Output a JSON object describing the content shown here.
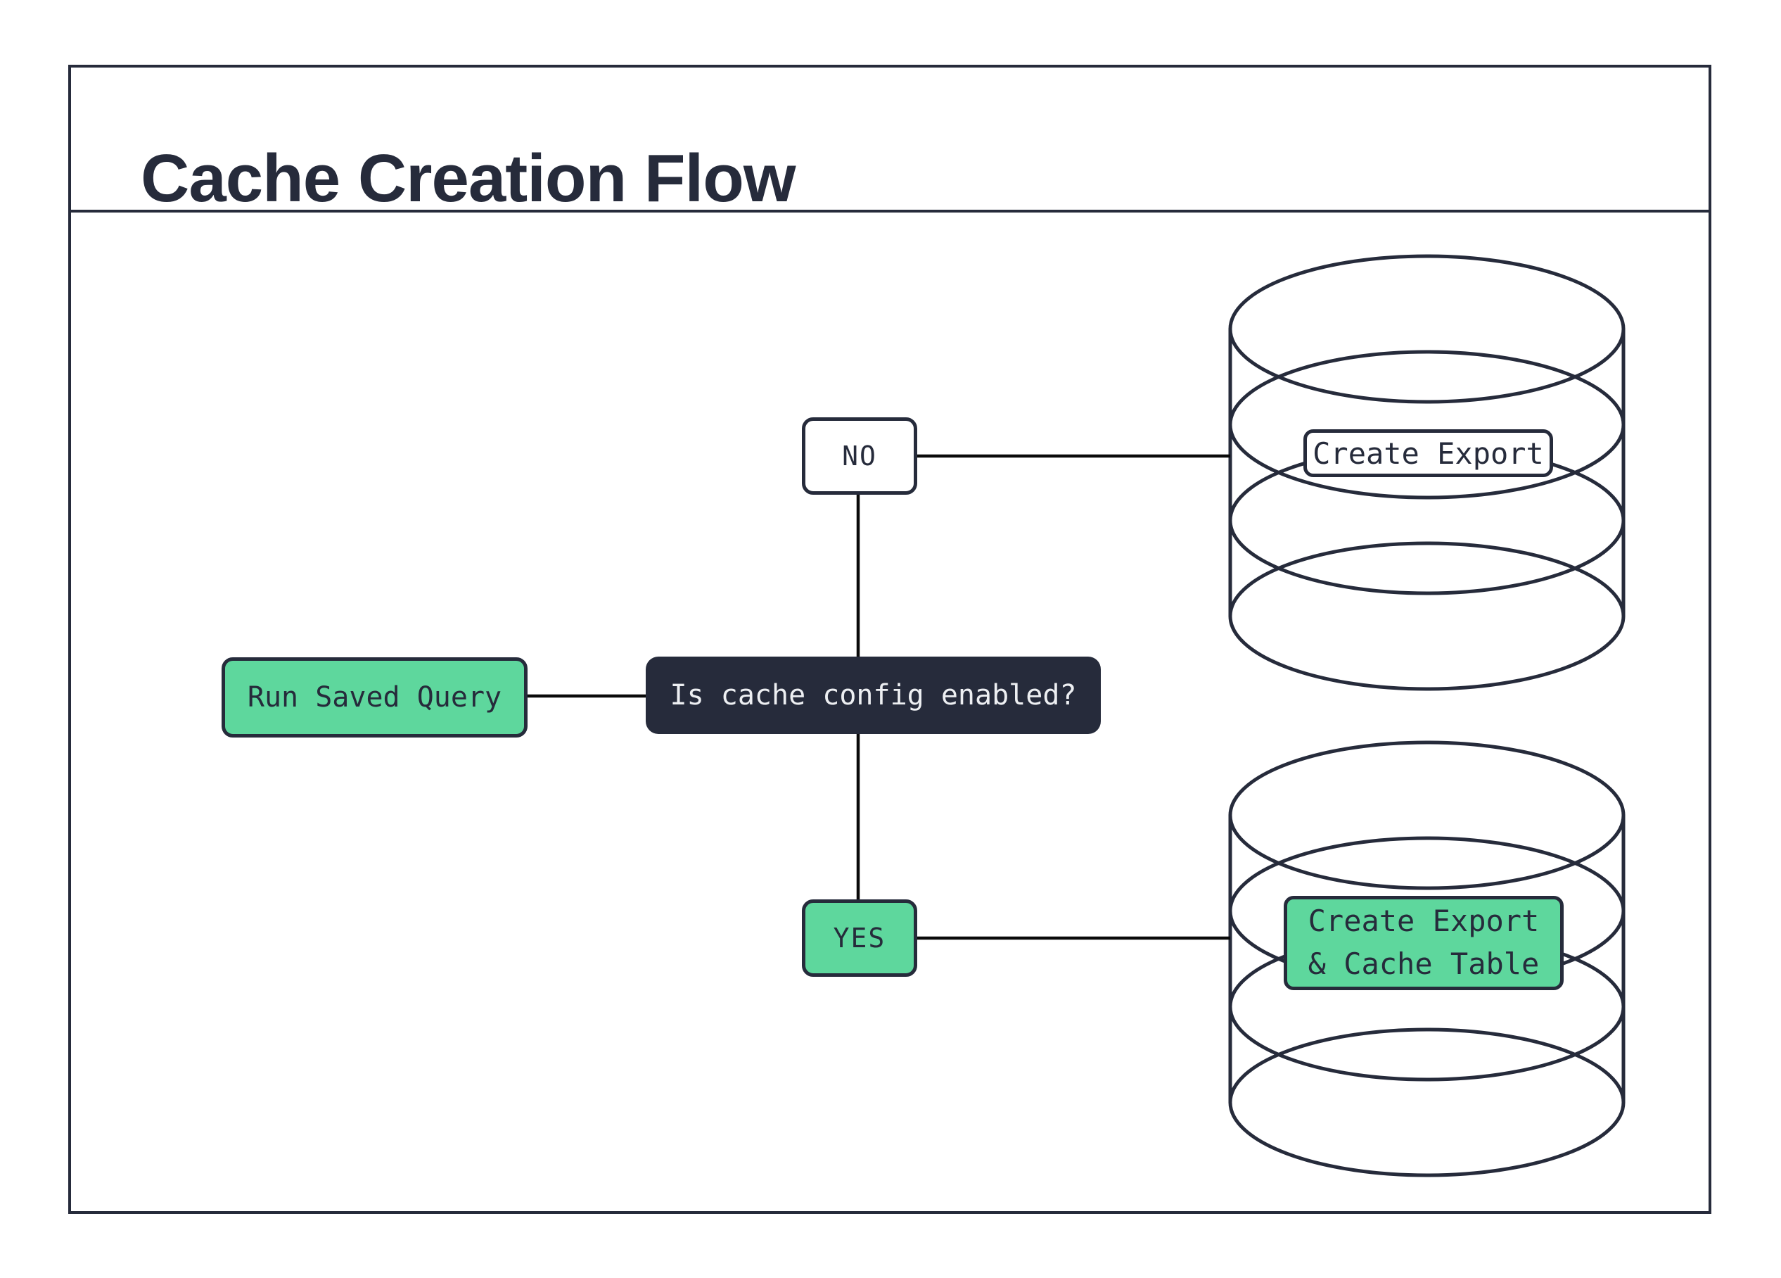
{
  "title": "Cache Creation Flow",
  "colors": {
    "navy": "#262B3B",
    "green": "#5ED79D",
    "connector": "#0a0a0a",
    "surface": "#ffffff",
    "text-on-dark": "#EDEFF2"
  },
  "nodes": {
    "run_saved_query": {
      "label": "Run Saved Query"
    },
    "decision": {
      "label": "Is cache config enabled?"
    },
    "no_branch": {
      "label": "NO"
    },
    "yes_branch": {
      "label": "YES"
    },
    "create_export": {
      "label": "Create Export"
    },
    "create_export_cache": {
      "line1": "Create Export",
      "line2": "& Cache Table"
    }
  }
}
